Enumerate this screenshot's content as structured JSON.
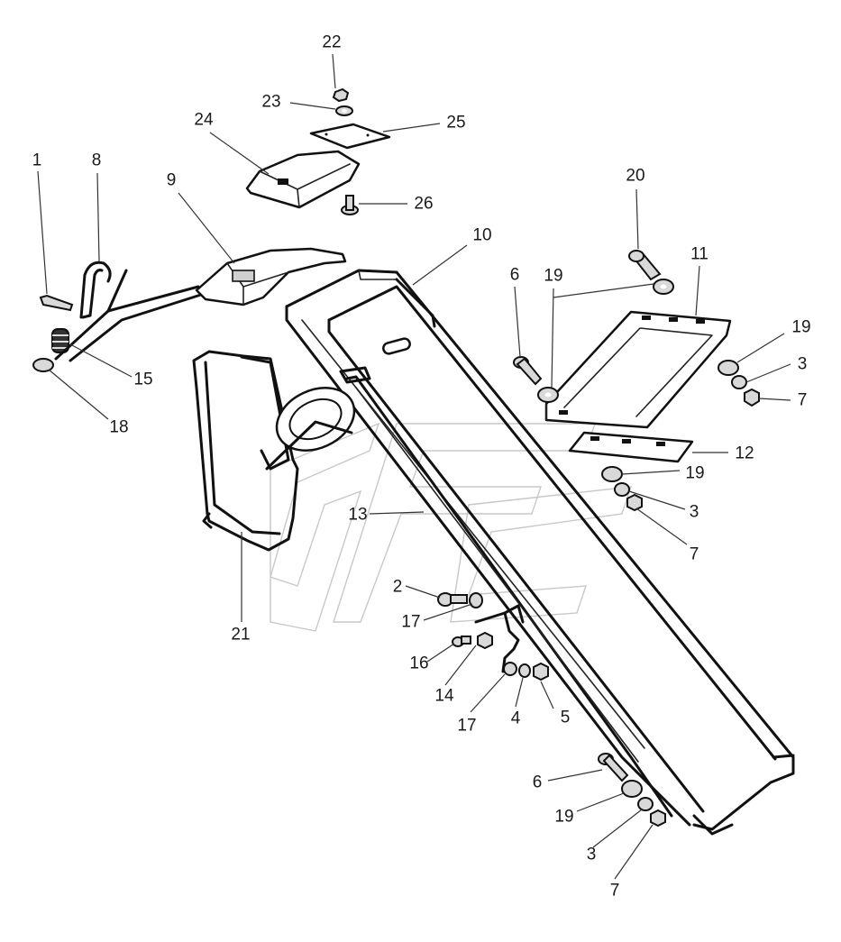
{
  "diagram": {
    "colors": {
      "line": "#111111",
      "fill": "#d9d9d9",
      "watermark": "#c8c8c8"
    },
    "part_labels": [
      {
        "id": "p22",
        "text": "22"
      },
      {
        "id": "p23",
        "text": "23"
      },
      {
        "id": "p24",
        "text": "24"
      },
      {
        "id": "p25",
        "text": "25"
      },
      {
        "id": "p26",
        "text": "26"
      },
      {
        "id": "p1",
        "text": "1"
      },
      {
        "id": "p8",
        "text": "8"
      },
      {
        "id": "p9",
        "text": "9"
      },
      {
        "id": "p10",
        "text": "10"
      },
      {
        "id": "p20",
        "text": "20"
      },
      {
        "id": "p11",
        "text": "11"
      },
      {
        "id": "p6a",
        "text": "6"
      },
      {
        "id": "p19a",
        "text": "19"
      },
      {
        "id": "p19b",
        "text": "19"
      },
      {
        "id": "p3a",
        "text": "3"
      },
      {
        "id": "p7a",
        "text": "7"
      },
      {
        "id": "p15",
        "text": "15"
      },
      {
        "id": "p18",
        "text": "18"
      },
      {
        "id": "p12",
        "text": "12"
      },
      {
        "id": "p19c",
        "text": "19"
      },
      {
        "id": "p3b",
        "text": "3"
      },
      {
        "id": "p7b",
        "text": "7"
      },
      {
        "id": "p13",
        "text": "13"
      },
      {
        "id": "p2",
        "text": "2"
      },
      {
        "id": "p17a",
        "text": "17"
      },
      {
        "id": "p21",
        "text": "21"
      },
      {
        "id": "p16",
        "text": "16"
      },
      {
        "id": "p14",
        "text": "14"
      },
      {
        "id": "p17b",
        "text": "17"
      },
      {
        "id": "p4",
        "text": "4"
      },
      {
        "id": "p5",
        "text": "5"
      },
      {
        "id": "p6b",
        "text": "6"
      },
      {
        "id": "p19d",
        "text": "19"
      },
      {
        "id": "p3c",
        "text": "3"
      },
      {
        "id": "p7c",
        "text": "7"
      }
    ]
  }
}
